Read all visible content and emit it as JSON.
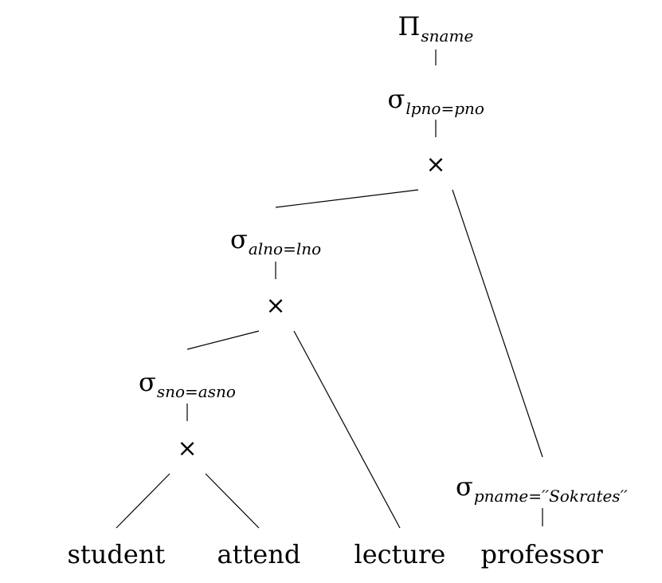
{
  "tree": {
    "projection": {
      "symbol": "Π",
      "subscript": "sname"
    },
    "select_lpno": {
      "symbol": "σ",
      "subscript": "lpno=pno"
    },
    "cross_top": {
      "symbol": "×"
    },
    "select_alno": {
      "symbol": "σ",
      "subscript": "alno=lno"
    },
    "cross_mid": {
      "symbol": "×"
    },
    "select_sno": {
      "symbol": "σ",
      "subscript": "sno=asno"
    },
    "cross_bottom": {
      "symbol": "×"
    },
    "select_pname": {
      "symbol": "σ",
      "subscript": "pname=′′Sokrates′′"
    },
    "leaves": {
      "student": "student",
      "attend": "attend",
      "lecture": "lecture",
      "professor": "professor"
    }
  }
}
